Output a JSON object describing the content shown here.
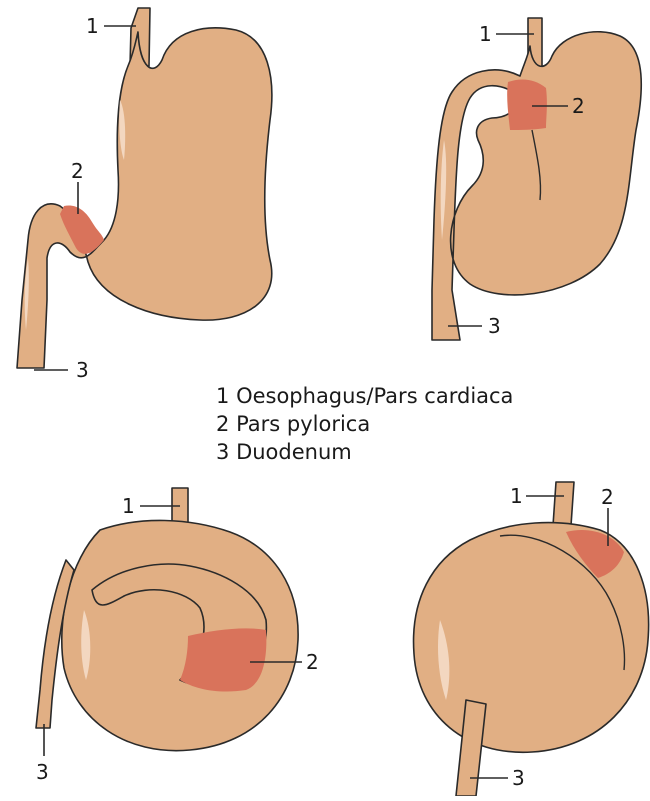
{
  "colors": {
    "stomach_fill": "#E1AF84",
    "stomach_outline": "#2a2a2a",
    "pylorus_fill": "#D9735B",
    "highlight": "#F5DCC6",
    "background": "#FFFFFF"
  },
  "labels": {
    "n1": "1",
    "n2": "2",
    "n3": "3"
  },
  "legend": [
    {
      "number": "1",
      "text": "Oesophagus/Pars cardiaca"
    },
    {
      "number": "2",
      "text": "Pars pylorica"
    },
    {
      "number": "3",
      "text": "Duodenum"
    }
  ]
}
